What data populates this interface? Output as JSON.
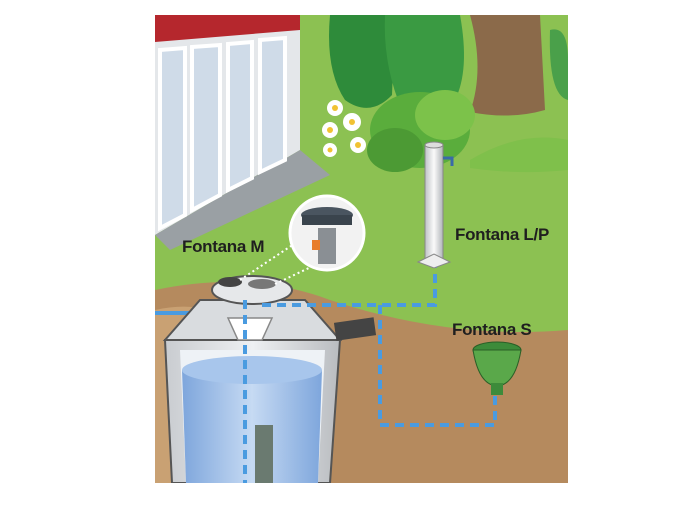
{
  "labels": {
    "fontana_m": "Fontana M",
    "fontana_lp": "Fontana L/P",
    "fontana_s": "Fontana S"
  },
  "colors": {
    "lawn": "#8cc152",
    "soil": "#b58a5e",
    "water": "#8fb6e6",
    "pipe": "#4a9be0",
    "roof": "#b5272d"
  }
}
